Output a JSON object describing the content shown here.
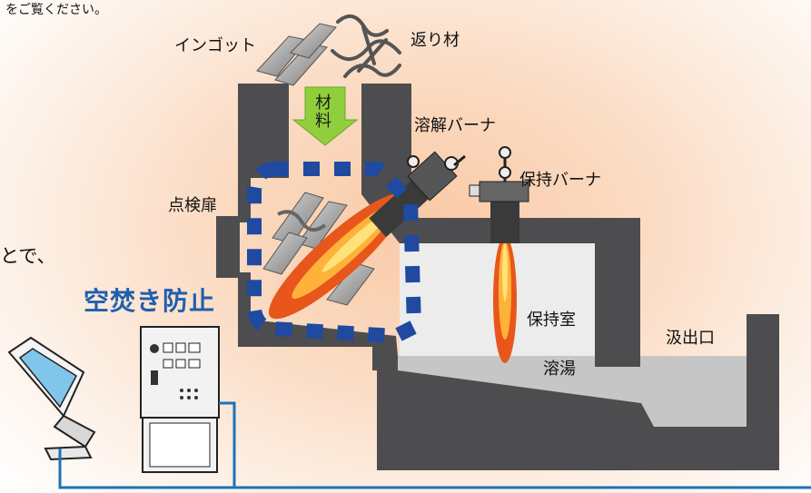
{
  "captions": {
    "top": "をご覧ください。",
    "left": "とで、",
    "anti_empty_burning": "空焚き防止"
  },
  "labels": {
    "ingot": "インゴット",
    "return_material": "返り材",
    "material": "材料",
    "melting_burner": "溶解バーナ",
    "holding_burner": "保持バーナ",
    "inspection_door": "点検扉",
    "holding_chamber": "保持室",
    "tap_outlet": "汲出口",
    "molten_metal": "溶湯"
  },
  "colors": {
    "furnace": "#4d4d4f",
    "molten": "#c6c6c6",
    "arrow": "#8fcf3c",
    "dotted": "#1f4aa0",
    "flame_outer": "#e8561c",
    "flame_inner": "#ffe27a",
    "cable": "#1a73b8"
  }
}
